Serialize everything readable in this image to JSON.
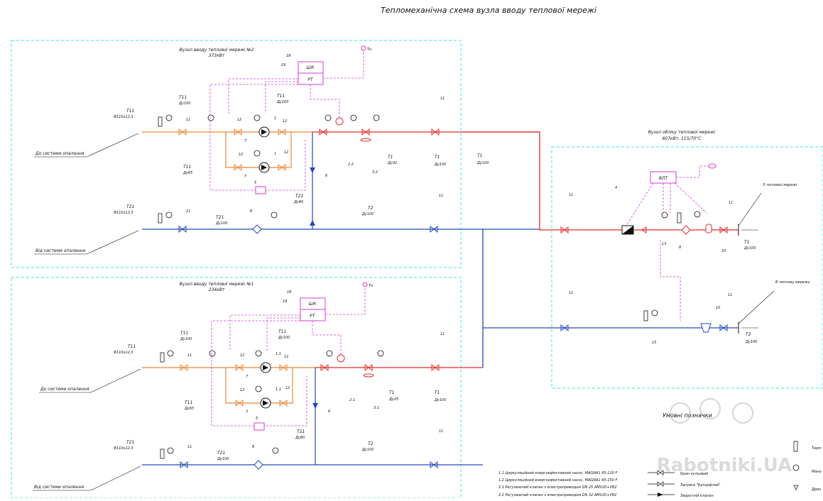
{
  "title": "Тепломеханічна схема вузла вводу теплової мережі",
  "node2": {
    "title": "Вузол вводу теплової мережі №2",
    "power": "373кВт",
    "shk": "ШК",
    "rt": "РТ",
    "n18": "18",
    "n19": "19",
    "tn": "Tн",
    "to_heating": "До системи опалення",
    "from_heating": "Від системи опалення",
    "t11": "T11",
    "t21": "T21",
    "t1": "T1",
    "t2": "T2",
    "pipe1": "Φ110х12,3",
    "pipe2": "Φ110х12,3",
    "dy100": "Ду100",
    "dy65": "Ду65",
    "dy80": "Ду80",
    "dy32": "Ду32",
    "l22": "2.2",
    "l32": "3.2",
    "n1": "1",
    "n5": "5",
    "n6": "6",
    "n7": "7",
    "n8": "8",
    "n11": "11",
    "n12": "12"
  },
  "node1": {
    "title": "Вузол вводу теплової мережі №1",
    "power": "234кВт",
    "shk": "ШК",
    "rt": "РТ",
    "n18": "18",
    "n19": "19",
    "tn": "Tн",
    "to_heating": "До системи опалення",
    "from_heating": "Від системи опалення",
    "t11": "T11",
    "t21": "T21",
    "t1": "T1",
    "t2": "T2",
    "pipe1": "Φ110х12,3",
    "pipe2": "Φ110х12,3",
    "dy100": "Ду100",
    "dy65": "Ду65",
    "dy80": "Ду80",
    "dy25": "Ду25",
    "l21": "2.1",
    "l31": "3.1",
    "l11": "1.1",
    "n5": "5",
    "n6": "6",
    "n7": "7",
    "n8": "8",
    "n11": "11",
    "n12": "12"
  },
  "meter": {
    "title": "Вузол обліку теплової мережі",
    "params": "607кВт, 115/70°С",
    "vlt": "ВЛТ",
    "from_network": "З теплової мережі",
    "to_network": "В теплову мережу",
    "t1": "T1",
    "t2": "T2",
    "dy100": "Ду100",
    "n4": "4",
    "n8": "8",
    "n10": "10",
    "n11": "11",
    "n13": "13"
  },
  "legend": {
    "title": "Умовні позначки",
    "items": [
      "1.1 Циркуляційний енергоефективний насос, MAGNA1 65-120 F",
      "1.2 Циркуляційний енергоефективний насос, MAGNA1 65-150 F",
      "2.1 Регулюючий клапан з електроприводом DN 25 AMV20+VB2",
      "2.2 Регулюючий клапан з електроприводом DN 32 AMV20+VB2"
    ],
    "symbols": [
      "Кран кульовий",
      "Засувка \"Батерфляй\"",
      "Зворотній клапан"
    ],
    "right": [
      "Терм",
      "Мано",
      "Дрен"
    ]
  },
  "watermark": "Rabotniki.UA",
  "colors": {
    "supply": "#e52b2b",
    "return": "#2446b8",
    "heating_supply": "#e8883a",
    "control": "#d63bd6",
    "boundary": "#3ee6e6"
  }
}
